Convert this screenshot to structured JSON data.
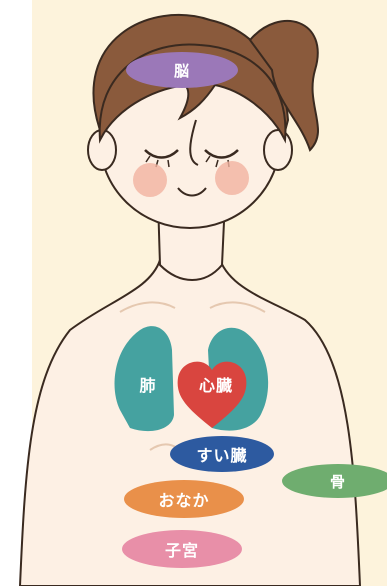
{
  "organs": {
    "brain": "脳",
    "lungs": "肺",
    "heart": "心臓",
    "pancreas": "すい臓",
    "bone": "骨",
    "stomach": "おなか",
    "uterus": "子宮"
  },
  "colors": {
    "background_panel": "#fdf3dc",
    "skin": "#fdf0e4",
    "hair": "#8a5a3c",
    "brain_label": "#9b78b8",
    "lung": "#45a2a0",
    "heart": "#d9453f",
    "pancreas_label": "#2d5aa0",
    "bone_label": "#6fad6f",
    "stomach_label": "#e9904a",
    "uterus_label": "#e88fa8"
  }
}
